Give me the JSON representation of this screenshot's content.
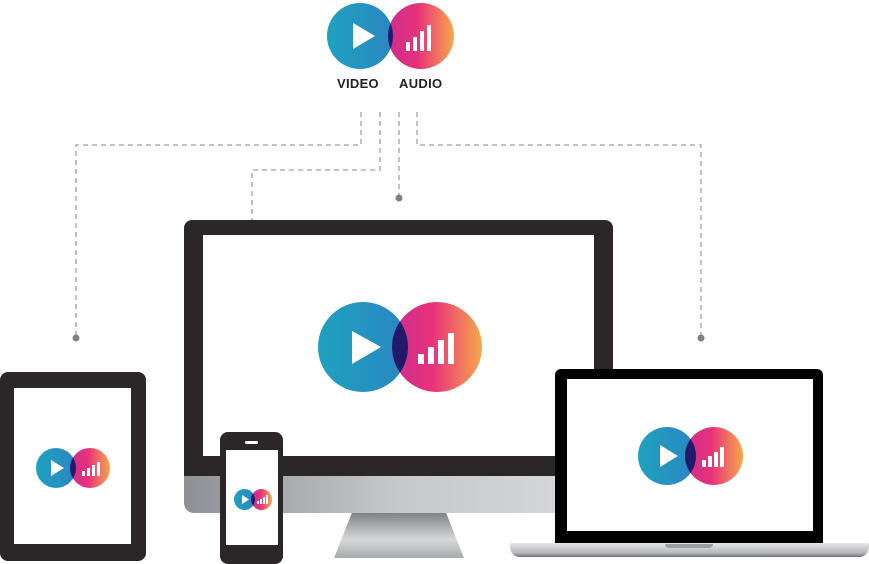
{
  "header": {
    "video_label": "VIDEO",
    "audio_label": "AUDIO"
  },
  "icons": {
    "video": "play-icon",
    "audio": "signal-bars-icon"
  },
  "devices": [
    {
      "name": "tablet"
    },
    {
      "name": "phone"
    },
    {
      "name": "desktop-monitor"
    },
    {
      "name": "laptop"
    }
  ],
  "colors": {
    "video_start": "#1fa2bf",
    "video_end": "#2a86c2",
    "audio_start": "#c92f8f",
    "audio_mid": "#e8317a",
    "audio_end": "#f7a84a",
    "device_frame": "#2b2627",
    "connector": "#9a9a9a"
  }
}
